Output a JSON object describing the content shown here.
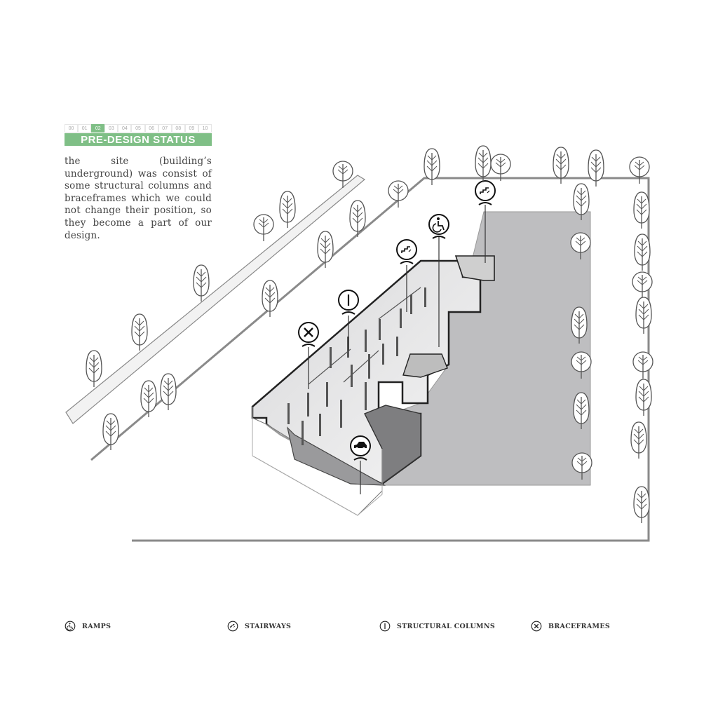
{
  "header": {
    "steps": [
      "00",
      "01",
      "02",
      "03",
      "04",
      "05",
      "06",
      "07",
      "08",
      "09",
      "10"
    ],
    "active_step": "02",
    "title": "PRE-DESIGN STATUS",
    "description": "the site (building’s underground) was consist of some structural columns and braceframes which we could not change their position, so they become a part of our design."
  },
  "legend": [
    {
      "icon": "wheelchair-icon",
      "label": "RAMPS"
    },
    {
      "icon": "stairs-icon",
      "label": "STAIRWAYS"
    },
    {
      "icon": "column-icon",
      "label": "STRUCTURAL COLUMNS"
    },
    {
      "icon": "x-circle-icon",
      "label": "BRACEFRAMES"
    }
  ],
  "markers": [
    "stairs-icon",
    "wheelchair-icon",
    "stairs-icon",
    "column-icon",
    "x-circle-icon",
    "car-icon"
  ],
  "colors": {
    "accent_green": "#7fbf86",
    "site_gray": "#bdbdbf",
    "tree_stroke": "#555555",
    "outline": "#222222"
  }
}
